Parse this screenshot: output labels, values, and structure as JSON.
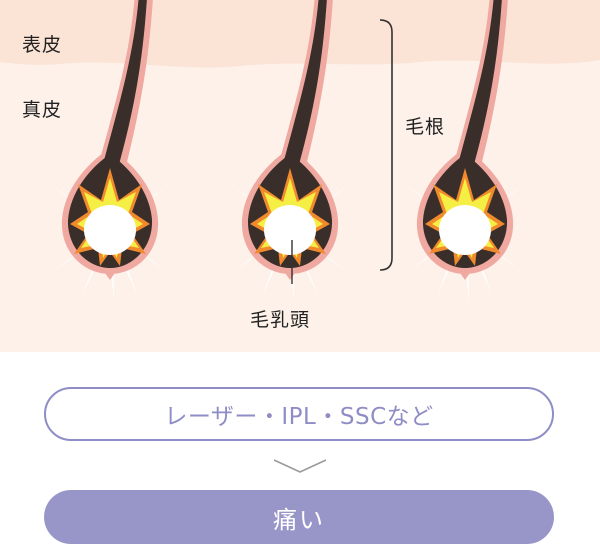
{
  "labels": {
    "epidermis": "表皮",
    "dermis": "真皮",
    "hair_root": "毛根",
    "dermal_papilla": "毛乳頭"
  },
  "method": "レーザー・IPL・SSCなど",
  "result": "痛い",
  "colors": {
    "skin_background": "#fdf1e9",
    "epidermis_band": "#fbe3d6",
    "hair_shaft": "#3a2e2a",
    "follicle_outline": "#f0a9a1",
    "burst_yellow": "#f5ee45",
    "burst_orange": "#f18a2c",
    "accent_purple": "#9896c8"
  }
}
